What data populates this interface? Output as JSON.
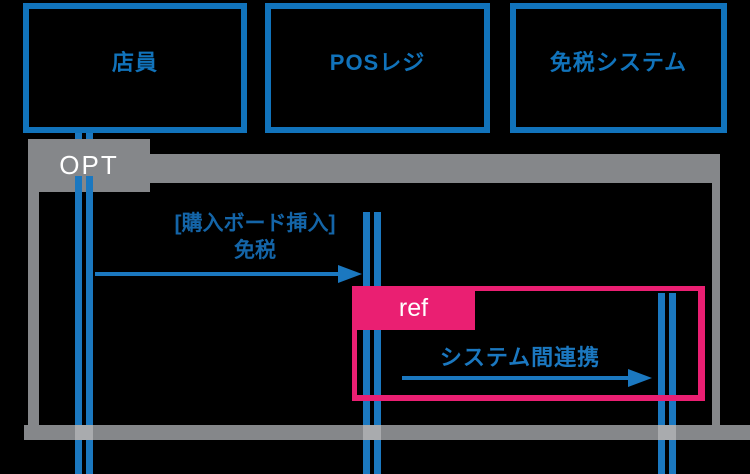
{
  "diagram": {
    "type": "sequence-diagram",
    "background_color": "#000000",
    "colors": {
      "accent_blue": "#1173bb",
      "lifeline_blue": "#1b78c0",
      "message_text_blue": "#1465a8",
      "fragment_gray": "#85878a",
      "ref_pink": "#ea1f72",
      "label_white": "#ffffff"
    },
    "actors": [
      {
        "label": "店員"
      },
      {
        "label": "POSレジ"
      },
      {
        "label": "免税システム"
      }
    ],
    "opt_fragment": {
      "label": "OPT"
    },
    "messages": {
      "message1": {
        "line1": "[購入ボード挿入]",
        "line2": "免税"
      },
      "message2": {
        "label": "システム間連携"
      }
    },
    "ref_fragment": {
      "label": "ref",
      "body": "システム間連携"
    }
  }
}
